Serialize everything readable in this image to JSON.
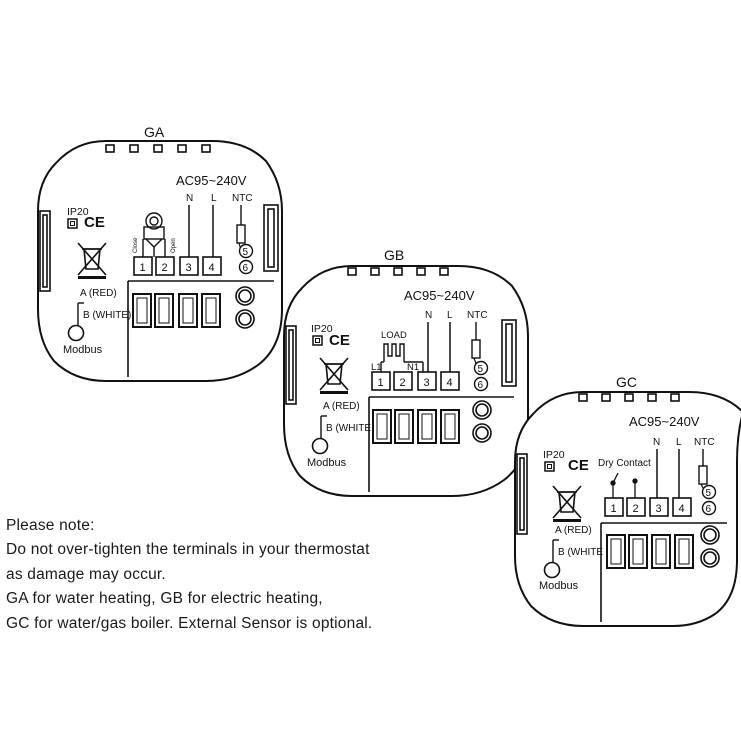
{
  "diagrams": [
    {
      "id": "ga",
      "title": "GA",
      "voltage": "AC95~240V",
      "ip": "IP20",
      "ce": "CE",
      "wire_n": "N",
      "wire_l": "L",
      "ntc": "NTC",
      "close": "Close",
      "open": "Open",
      "terminals": [
        "1",
        "2",
        "3",
        "4"
      ],
      "ntc_terminals": [
        "5",
        "6"
      ],
      "modbus_a": "A (RED)",
      "modbus_b": "B (WHITE)",
      "modbus": "Modbus"
    },
    {
      "id": "gb",
      "title": "GB",
      "voltage": "AC95~240V",
      "ip": "IP20",
      "ce": "CE",
      "wire_n": "N",
      "wire_l": "L",
      "ntc": "NTC",
      "load": "LOAD",
      "l1": "L1",
      "n1": "N1",
      "terminals": [
        "1",
        "2",
        "3",
        "4"
      ],
      "ntc_terminals": [
        "5",
        "6"
      ],
      "modbus_a": "A (RED)",
      "modbus_b": "B (WHITE",
      "modbus": "Modbus"
    },
    {
      "id": "gc",
      "title": "GC",
      "voltage": "AC95~240V",
      "ip": "IP20",
      "ce": "CE",
      "wire_n": "N",
      "wire_l": "L",
      "ntc": "NTC",
      "dry_contact": "Dry Contact",
      "terminals": [
        "1",
        "2",
        "3",
        "4"
      ],
      "ntc_terminals": [
        "5",
        "6"
      ],
      "modbus_a": "A (RED)",
      "modbus_b": "B (WHITE",
      "modbus": "Modbus"
    }
  ],
  "note": {
    "lines": [
      "Please note:",
      "Do not over-tighten the terminals in your thermostat",
      "as damage may occur.",
      "GA for water heating, GB for electric heating,",
      "GC for water/gas boiler. External Sensor is optional."
    ]
  }
}
